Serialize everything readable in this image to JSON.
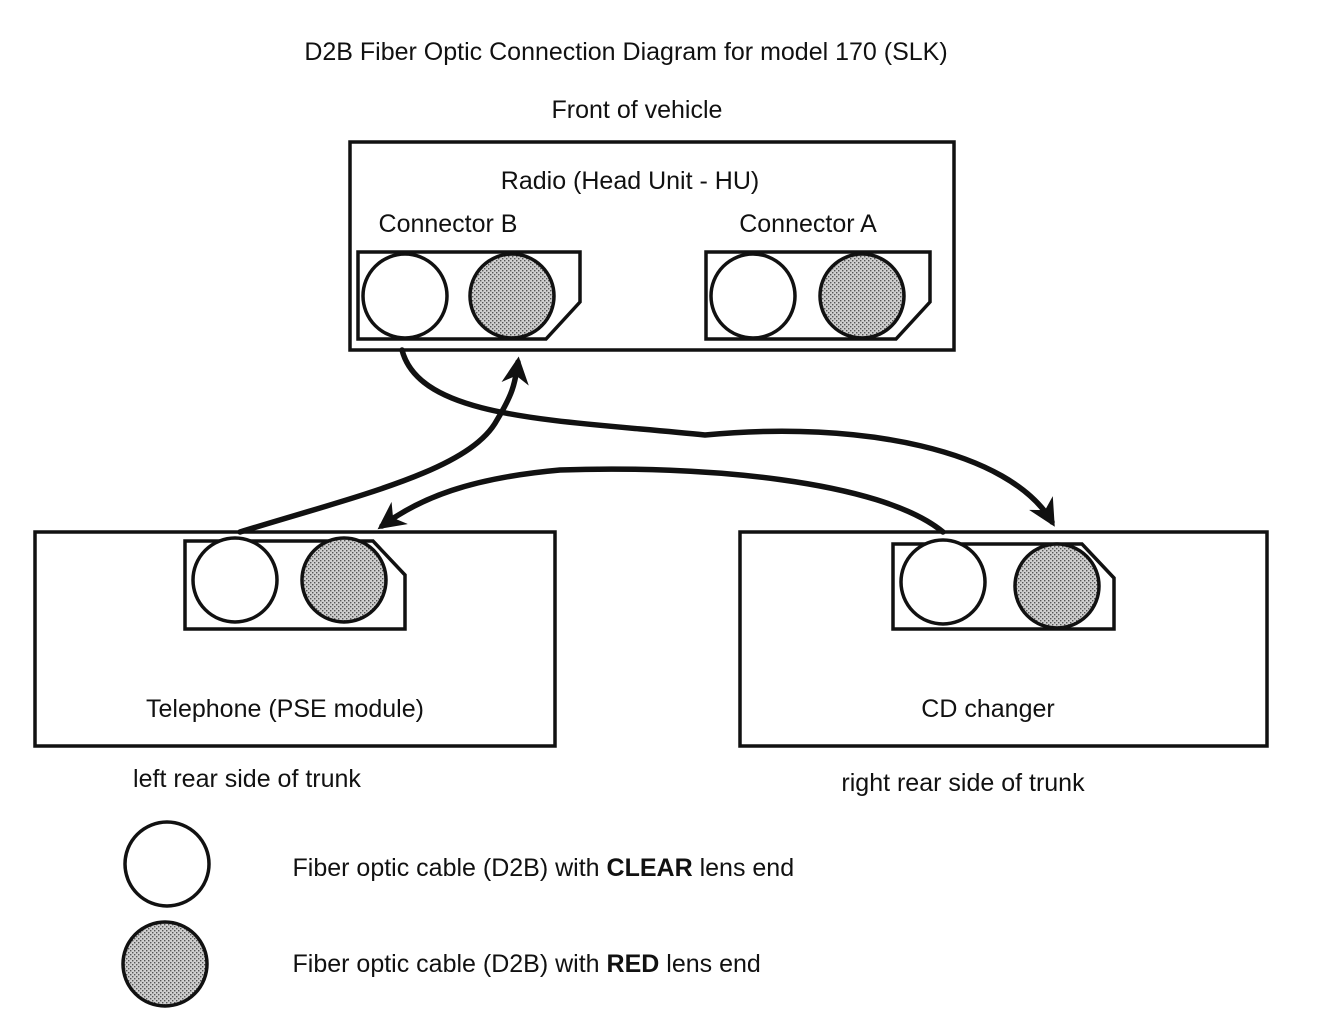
{
  "title": "D2B Fiber Optic Connection Diagram for model 170 (SLK)",
  "front_label": "Front of vehicle",
  "radio": {
    "label": "Radio (Head Unit - HU)",
    "connector_b": "Connector B",
    "connector_a": "Connector A"
  },
  "telephone": {
    "label": "Telephone (PSE module)",
    "location": "left rear side of trunk"
  },
  "cd_changer": {
    "label": "CD changer",
    "location": "right rear side of trunk"
  },
  "legend": {
    "clear": {
      "prefix": "Fiber optic cable (D2B) with ",
      "emphasis": "CLEAR",
      "suffix": " lens end"
    },
    "red": {
      "prefix": "Fiber optic cable (D2B) with ",
      "emphasis": "RED",
      "suffix": " lens end"
    }
  },
  "colors": {
    "line": "#111111",
    "red_lens_fill": "#bdbdbd"
  }
}
